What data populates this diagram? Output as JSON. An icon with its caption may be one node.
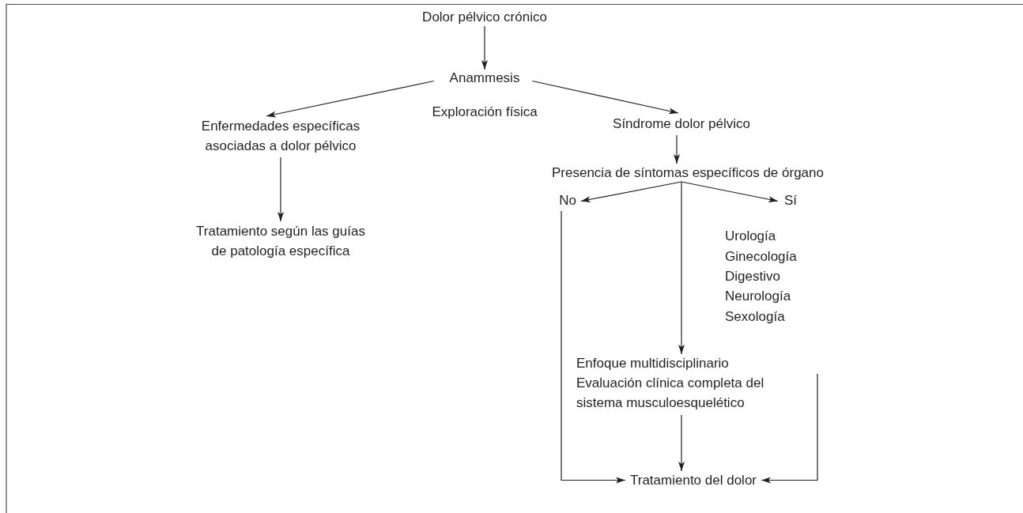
{
  "diagram": {
    "nodes": [
      {
        "text": [
          "Dolor pélvico crónico"
        ]
      },
      {
        "text": [
          "Anammesis"
        ]
      },
      {
        "text": [
          "Enfermedades específicas asociadas a dolor pélvico"
        ]
      },
      {
        "text": [
          "Síndrome dolor pélvico"
        ]
      },
      {
        "text": [
          "Tratamiento según las guías de patología específica"
        ]
      },
      {
        "text": [
          "Presencia de síntomas específicos de órgano"
        ]
      },
      {
        "text": [
          "No"
        ]
      },
      {
        "text": [
          "Sí"
        ]
      },
      {
        "text": [
          "Enfoque multidisciplinario",
          "Evaluación clínica completa del sistema musculoesquelético"
        ]
      },
      {
        "text": [
          "Tratamiento del dolor"
        ]
      }
    ],
    "edges": [
      {
        "from": 0,
        "to": 1,
        "arrow": "to"
      },
      {
        "from": 1,
        "to": 2,
        "arrow": "to"
      },
      {
        "from": 1,
        "to": 3,
        "arrow": "to"
      },
      {
        "from": 2,
        "to": 4,
        "arrow": "to"
      },
      {
        "from": 3,
        "to": 5,
        "arrow": "to"
      },
      {
        "from": 5,
        "to": 6,
        "arrow": "to"
      },
      {
        "from": 5,
        "to": 7,
        "arrow": "to"
      },
      {
        "from": 5,
        "to": 8,
        "arrow": "to"
      },
      {
        "from": 8,
        "to": 9,
        "arrow": "to"
      },
      {
        "from": 6,
        "to": 9,
        "arrow": "to"
      },
      {
        "from": null,
        "to": 9,
        "arrow": "to"
      }
    ],
    "labels": [
      "Exploración física",
      "Urología",
      "Ginecología",
      "Digestivo",
      "Neurología",
      "Sexología"
    ]
  }
}
